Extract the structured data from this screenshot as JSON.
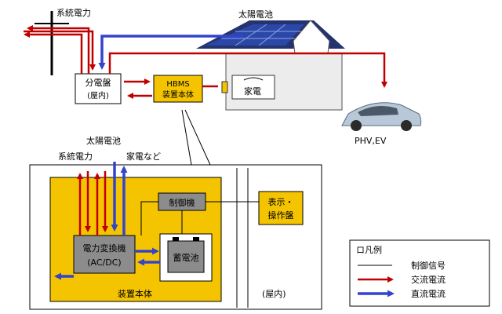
{
  "top": {
    "grid_power": "系統電力",
    "solar_panel": "太陽電池",
    "breaker_line1": "分電盤",
    "breaker_line2": "(屋内)",
    "hbms_line1": "HBMS",
    "hbms_line2": "装置本体",
    "appliance": "家電",
    "vehicle": "PHV,EV"
  },
  "detail": {
    "solar_panel": "太陽電池",
    "grid_power": "系統電力",
    "appliances": "家電など",
    "controller": "制御機",
    "display_line1": "表示・",
    "display_line2": "操作盤",
    "converter_line1": "電力変換機",
    "converter_line2": "(AC/DC)",
    "battery": "蓄電池",
    "device_body": "装置本体",
    "indoor": "(屋内)"
  },
  "legend": {
    "title": "ロ凡例",
    "control_signal": "制御信号",
    "ac_current": "交流電流",
    "dc_current": "直流電流"
  },
  "colors": {
    "ac_red": "#c00000",
    "dc_blue": "#3344cc",
    "box_yellow": "#f5c400",
    "roof_navy": "#25336e",
    "panel_blue": "#2b47a8",
    "device_gray": "#8c8c8c"
  }
}
